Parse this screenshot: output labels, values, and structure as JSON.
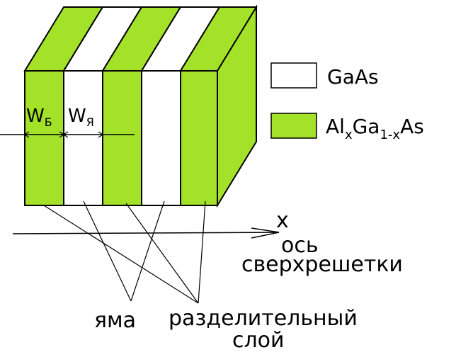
{
  "colors": {
    "barrier": "#a4e22a",
    "well": "#ffffff",
    "stroke": "#000000"
  },
  "legend": {
    "well_label": "GaAs",
    "barrier_label_base": "Al",
    "barrier_sub_1": "x",
    "barrier_label_mid": "Ga",
    "barrier_sub_2": "1-x",
    "barrier_label_end": "As"
  },
  "dimensions": {
    "barrier_width_base": "W",
    "barrier_width_sub": "Б",
    "well_width_base": "W",
    "well_width_sub": "Я"
  },
  "axis": {
    "name": "x",
    "caption_line1": "ось",
    "caption_line2": "сверхрешетки"
  },
  "callouts": {
    "well": "яма",
    "barrier_line1": "разделительный",
    "barrier_line2": "слой"
  }
}
